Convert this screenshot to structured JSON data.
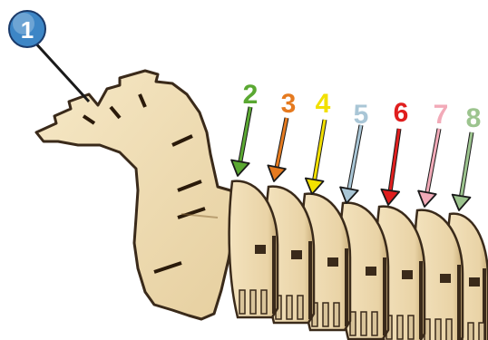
{
  "badge": {
    "label": "1",
    "fill": "#3d86c6"
  },
  "part_labels": [
    {
      "label": "2",
      "color": "#5aa832"
    },
    {
      "label": "3",
      "color": "#e57a1f"
    },
    {
      "label": "4",
      "color": "#f2e000"
    },
    {
      "label": "5",
      "color": "#a9c6d6"
    },
    {
      "label": "6",
      "color": "#e01e1e"
    },
    {
      "label": "7",
      "color": "#f2aab8"
    },
    {
      "label": "8",
      "color": "#9cc48e"
    }
  ],
  "wood": {
    "face": "#f1dfb7",
    "edge": "#3a2a1a",
    "shade": "#d9c49a"
  }
}
